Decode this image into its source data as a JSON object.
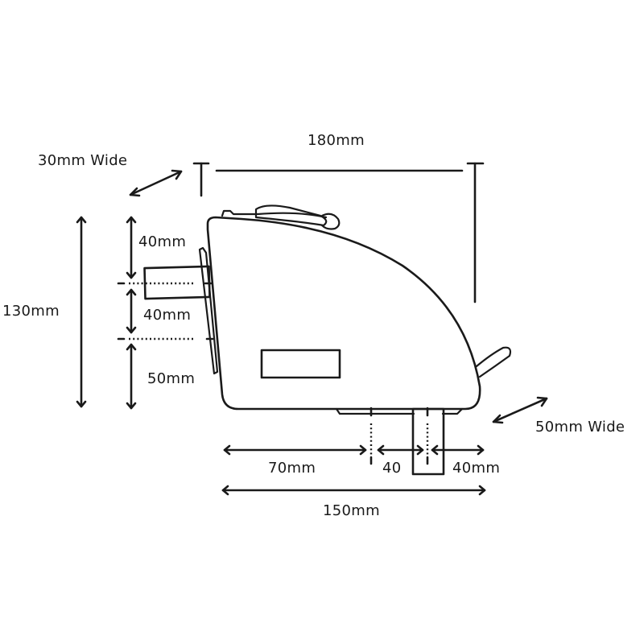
{
  "diagram": {
    "subject": "Bag side-profile with mounting dimensions",
    "stroke_color": "#1a1a1a",
    "background": "#ffffff",
    "labels": {
      "top_length": "180mm",
      "strap_width_top": "30mm Wide",
      "total_height": "130mm",
      "height_segment_top": "40mm",
      "height_segment_mid": "40mm",
      "height_segment_bottom": "50mm",
      "bottom_segment_left": "70mm",
      "bottom_segment_mid": "40",
      "bottom_segment_right": "40mm",
      "bottom_length": "150mm",
      "strap_width_bottom": "50mm Wide"
    }
  }
}
